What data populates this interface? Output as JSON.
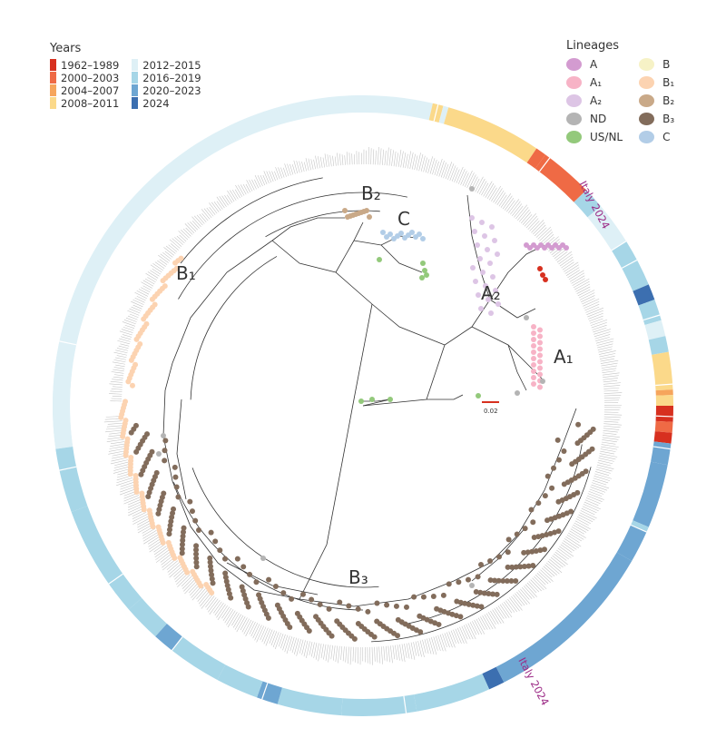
{
  "years_legend": {
    "title": "Years",
    "items": [
      {
        "label": "1962–1989",
        "color": "#d7301f"
      },
      {
        "label": "2000–2003",
        "color": "#ef6a45"
      },
      {
        "label": "2004–2007",
        "color": "#f6a55c"
      },
      {
        "label": "2008–2011",
        "color": "#fbd98a"
      },
      {
        "label": "2012–2015",
        "color": "#def0f6"
      },
      {
        "label": "2016–2019",
        "color": "#a6d6e7"
      },
      {
        "label": "2020–2023",
        "color": "#6ea6d2"
      },
      {
        "label": "2024",
        "color": "#3c6fb0"
      }
    ]
  },
  "lineages_legend": {
    "title": "Lineages",
    "items": [
      {
        "label": "A",
        "color": "#d39bd0"
      },
      {
        "label": "B",
        "color": "#f6f2c6"
      },
      {
        "label": "A₁",
        "color": "#f7b3c6"
      },
      {
        "label": "B₁",
        "color": "#fcd3b1"
      },
      {
        "label": "A₂",
        "color": "#ddc5e5"
      },
      {
        "label": "B₂",
        "color": "#c9a988"
      },
      {
        "label": "ND",
        "color": "#b4b4b4"
      },
      {
        "label": "B₃",
        "color": "#826c5b"
      },
      {
        "label": "US/NL",
        "color": "#93c97b"
      },
      {
        "label": "C",
        "color": "#b2cde7"
      }
    ]
  },
  "clade_labels": {
    "b1": "B₁",
    "b2": "B₂",
    "c": "C",
    "a2": "A₂",
    "a1": "A₁",
    "b3": "B₃"
  },
  "annotations": {
    "italy_top": "Italy 2024",
    "italy_bottom": "Italy 2024",
    "italy_color": "#9c2a86"
  },
  "scale_bar": {
    "label": "0.02",
    "color": "#d7301f"
  }
}
